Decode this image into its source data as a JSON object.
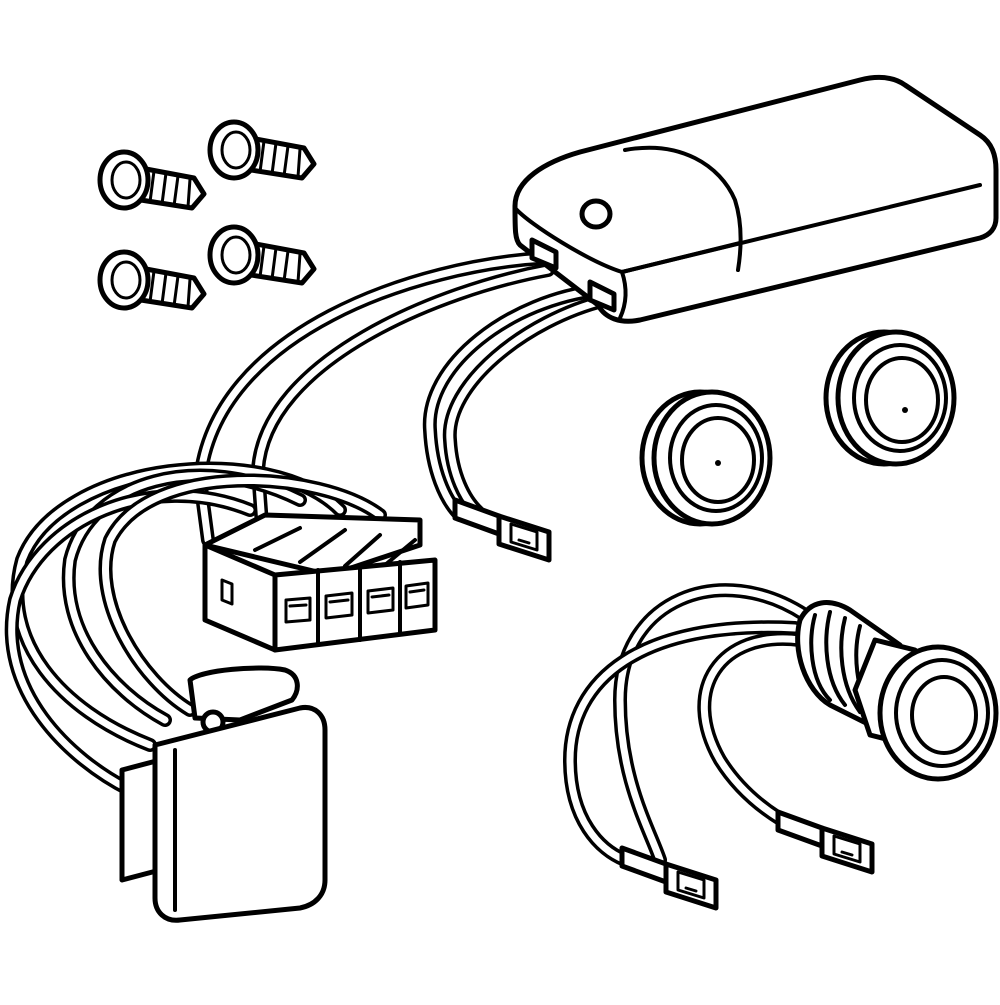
{
  "drawing": {
    "style": "black line-art technical illustration",
    "background": "#ffffff",
    "line_color": "#000000",
    "components": [
      {
        "name": "control-unit",
        "count": 1
      },
      {
        "name": "screw",
        "count": 4
      },
      {
        "name": "push-button-cap",
        "count": 2
      },
      {
        "name": "wiring-harness-4-way-connector",
        "count": 1
      },
      {
        "name": "two-pin-connector",
        "count": 3
      },
      {
        "name": "solenoid-valve-housing",
        "count": 1
      },
      {
        "name": "illuminated-push-button",
        "count": 1
      }
    ]
  }
}
